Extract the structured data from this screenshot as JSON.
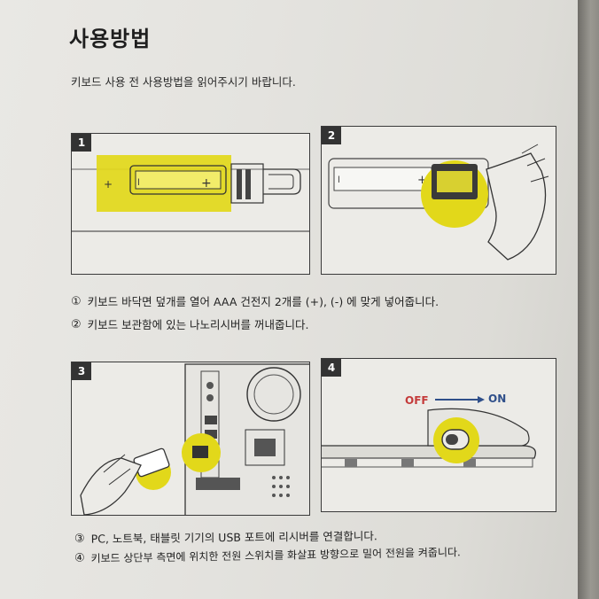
{
  "title": "사용방법",
  "intro": "키보드 사용 전 사용방법을 읽어주시기 바랍니다.",
  "panels": [
    {
      "number": "1"
    },
    {
      "number": "2"
    },
    {
      "number": "3"
    },
    {
      "number": "4",
      "off_label": "OFF",
      "on_label": "ON"
    }
  ],
  "steps": [
    {
      "marker": "①",
      "text": "키보드 바닥면 덮개를 열어 AAA 건전지 2개를 (+), (-) 에 맞게 넣어줍니다."
    },
    {
      "marker": "②",
      "text": "키보드 보관함에 있는 나노리시버를 꺼내줍니다."
    },
    {
      "marker": "③",
      "text": "PC, 노트북, 태블릿 기기의 USB 포트에 리시버를 연결합니다."
    },
    {
      "marker": "④",
      "text": "키보드 상단부 측면에 위치한 전원 스위치를 화살표 방향으로 밀어 전원을 켜줍니다."
    }
  ],
  "colors": {
    "highlight": "#e2d81a",
    "off": "#c43b3b",
    "on": "#2f4f8a"
  }
}
